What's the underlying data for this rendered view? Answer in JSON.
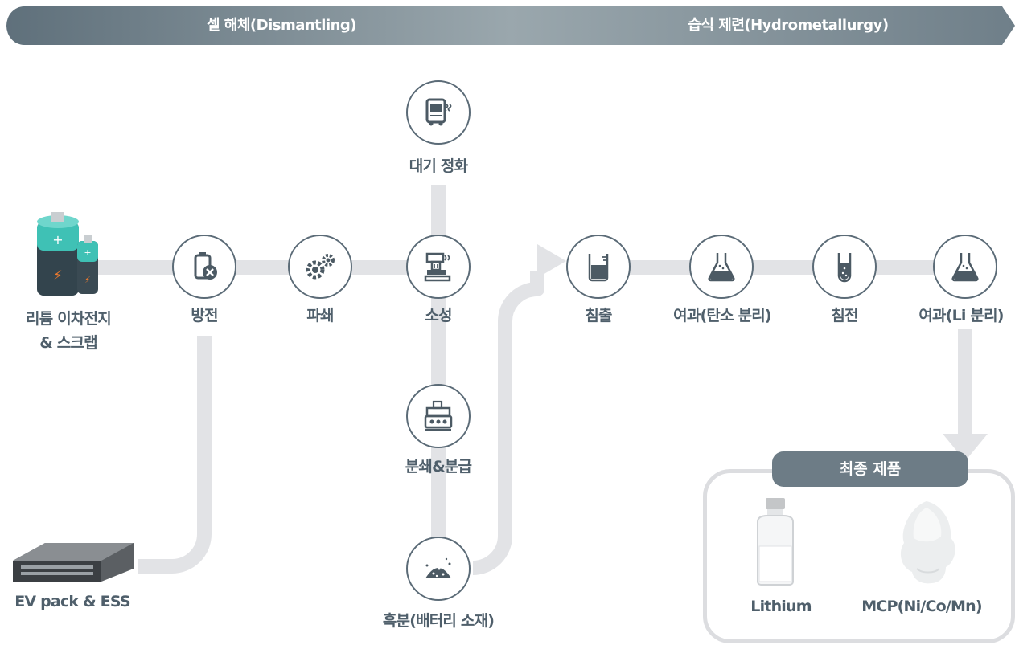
{
  "banner": {
    "stage1": "셀 해체(Dismantling)",
    "stage2": "습식 제련(Hydrometallurgy)"
  },
  "nodes": {
    "input_battery": "리튬 이차전지\n& 스크랩",
    "input_pack": "EV pack & ESS",
    "discharge": "방전",
    "crush": "파쇄",
    "air": "대기 정화",
    "calcine": "소성",
    "grind": "분쇄&분급",
    "blackmass": "흑분(배터리 소재)",
    "leach": "침출",
    "filter_c": "여과(탄소 분리)",
    "precip": "침전",
    "filter_li": "여과(Li 분리)"
  },
  "final": {
    "title": "최종 제품",
    "products": [
      "Lithium",
      "MCP(Ni/Co/Mn)"
    ]
  },
  "colors": {
    "banner_start": "#5f707b",
    "banner_end": "#b5c0c5",
    "line": "#e2e3e6",
    "circle_border": "#5b6b77",
    "label": "#4f5f6b",
    "battery_teal": "#3fc1b5"
  }
}
